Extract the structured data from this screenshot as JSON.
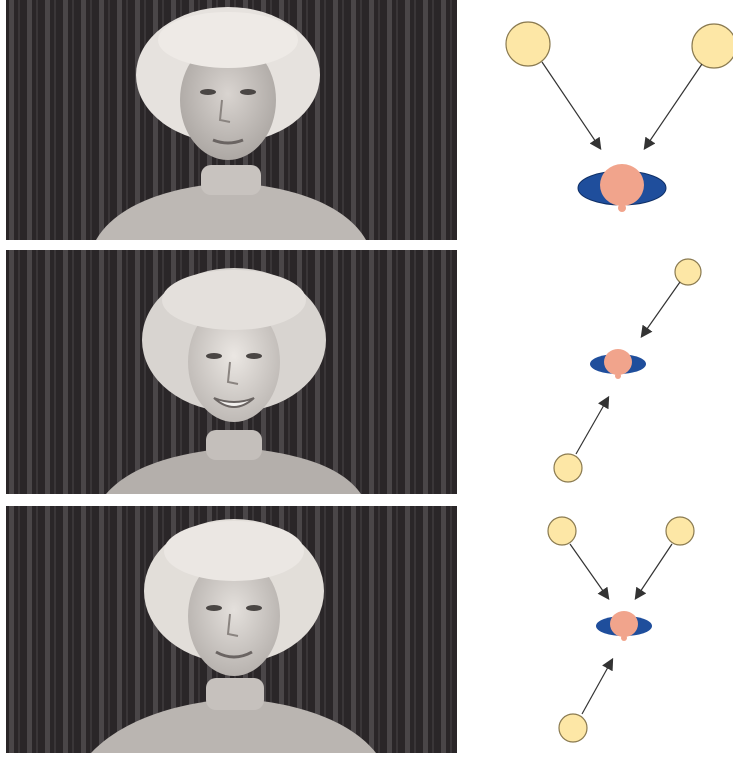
{
  "panels": [
    {
      "photo": {
        "subject": "woman-portrait",
        "expression": "neutral"
      },
      "lighting": {
        "lights": [
          "top-left",
          "top-right"
        ]
      }
    },
    {
      "photo": {
        "subject": "woman-portrait",
        "expression": "smiling"
      },
      "lighting": {
        "lights": [
          "top-right",
          "bottom-left"
        ]
      }
    },
    {
      "photo": {
        "subject": "woman-portrait",
        "expression": "slight-smile"
      },
      "lighting": {
        "lights": [
          "top-left",
          "top-right",
          "bottom-left"
        ]
      }
    }
  ],
  "colors": {
    "light": "#fde7a6",
    "light_stroke": "#8a7a50",
    "head": "#f1a48c",
    "shoulders": "#1f4e9c",
    "arrow": "#333333",
    "curtain_dark": "#1e1a1c",
    "curtain_light": "#4a4648",
    "skin": "#cfcac6",
    "hair": "#e6e2de",
    "sweater": "#bdb8b4"
  }
}
